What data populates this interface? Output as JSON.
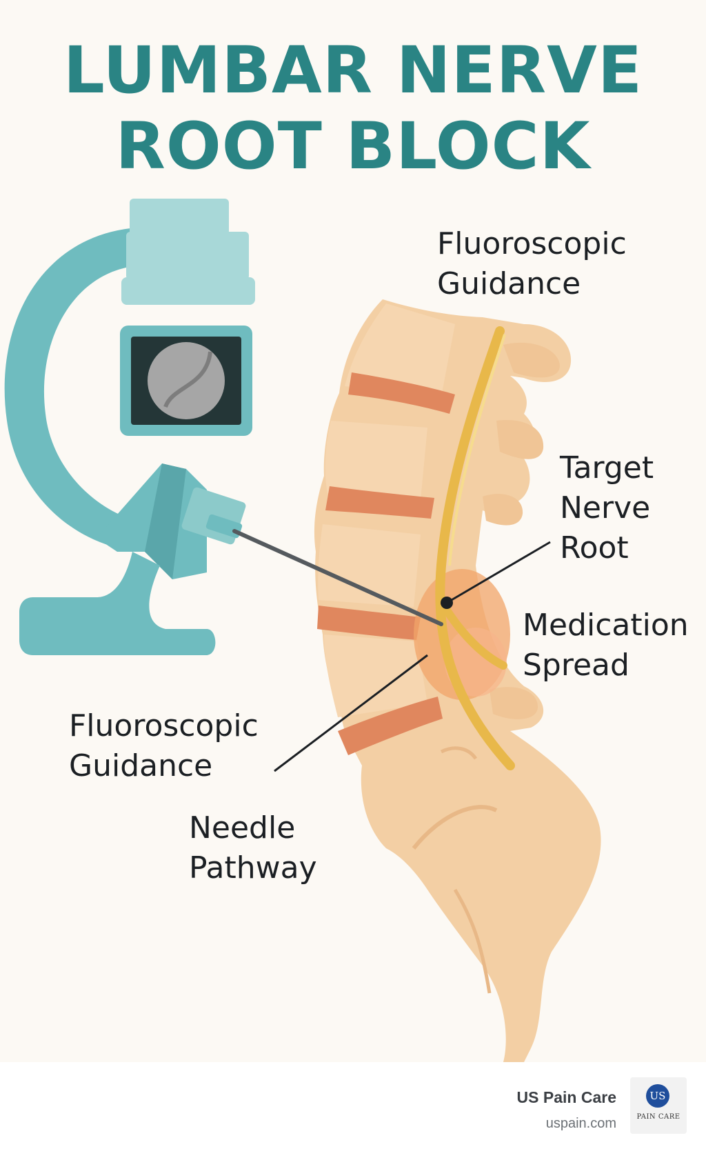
{
  "title": {
    "line1": "LUMBAR NERVE",
    "line2": "ROOT BLOCK"
  },
  "labels": {
    "fluoroscopic_top": {
      "line1": "Fluoroscopic",
      "line2": "Guidance"
    },
    "target": {
      "line1": "Target",
      "line2": "Nerve",
      "line3": "Root"
    },
    "medication": {
      "line1": "Medication",
      "line2": "Spread"
    },
    "fluoroscopic_left": {
      "line1": "Fluoroscopic",
      "line2": "Guidance"
    },
    "needle": {
      "line1": "Needle",
      "line2": "Pathway"
    }
  },
  "footer": {
    "brand_name": "US Pain Care",
    "url": "uspain.com",
    "logo_initials": "US",
    "logo_text": "PAIN CARE"
  },
  "colors": {
    "title": "#2a8484",
    "machine": "#6fbcbf",
    "machine_light": "#a8d8d8",
    "bone": "#f3cfa4",
    "disc": "#e0875e",
    "nerve": "#e8b84a",
    "medication": "#f2a46a"
  }
}
